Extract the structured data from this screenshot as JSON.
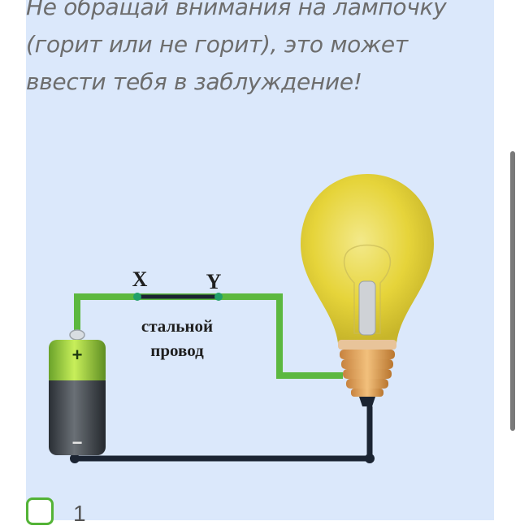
{
  "question": {
    "instruction": "Не обращай внимания на лампочку (горит или не горит), это может ввести тебя в заблуждение!"
  },
  "diagram": {
    "point_x": "X",
    "point_y": "Y",
    "wire_label_line1": "стальной",
    "wire_label_line2": "провод",
    "battery_plus": "+",
    "battery_minus": "−"
  },
  "colors": {
    "panel_bg": "#dbe8fb",
    "wire_green": "#5cb83f",
    "wire_black": "#1b2432",
    "bulb_yellow": "#e8d83c",
    "base_orange": "#e0a05a",
    "checkbox_border": "#53b336"
  },
  "answers": [
    {
      "label": "1"
    }
  ]
}
